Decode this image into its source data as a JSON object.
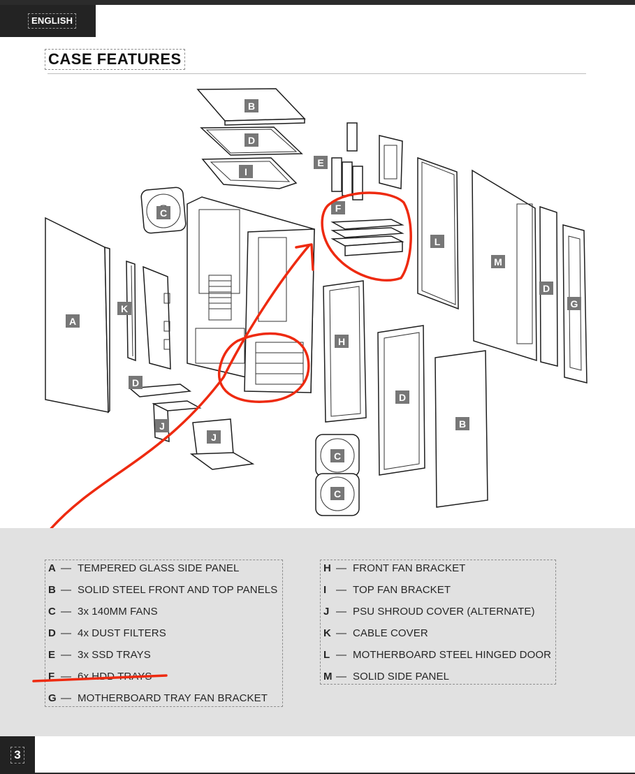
{
  "header": {
    "language": "ENGLISH"
  },
  "title": "CASE FEATURES",
  "diagram_tags": [
    "A",
    "B",
    "C",
    "D",
    "E",
    "F",
    "G",
    "H",
    "I",
    "J",
    "K",
    "L",
    "M"
  ],
  "legend": {
    "left": [
      {
        "key": "A",
        "text": "TEMPERED GLASS SIDE PANEL"
      },
      {
        "key": "B",
        "text": "SOLID STEEL FRONT AND TOP PANELS"
      },
      {
        "key": "C",
        "text": "3x 140MM FANS"
      },
      {
        "key": "D",
        "text": "4x DUST FILTERS"
      },
      {
        "key": "E",
        "text": "3x SSD TRAYS"
      },
      {
        "key": "F",
        "text": "6x HDD TRAYS"
      },
      {
        "key": "G",
        "text": "MOTHERBOARD TRAY FAN BRACKET"
      }
    ],
    "right": [
      {
        "key": "H",
        "text": "FRONT FAN BRACKET"
      },
      {
        "key": "I",
        "text": "TOP FAN BRACKET"
      },
      {
        "key": "J",
        "text": "PSU SHROUD COVER (ALTERNATE)"
      },
      {
        "key": "K",
        "text": "CABLE COVER"
      },
      {
        "key": "L",
        "text": "MOTHERBOARD STEEL HINGED DOOR"
      },
      {
        "key": "M",
        "text": "SOLID SIDE PANEL"
      }
    ],
    "dash": "—"
  },
  "page_number": "3",
  "colors": {
    "annotation": "#ee2a10",
    "panel": "#e1e1e1",
    "tag": "#777777"
  }
}
